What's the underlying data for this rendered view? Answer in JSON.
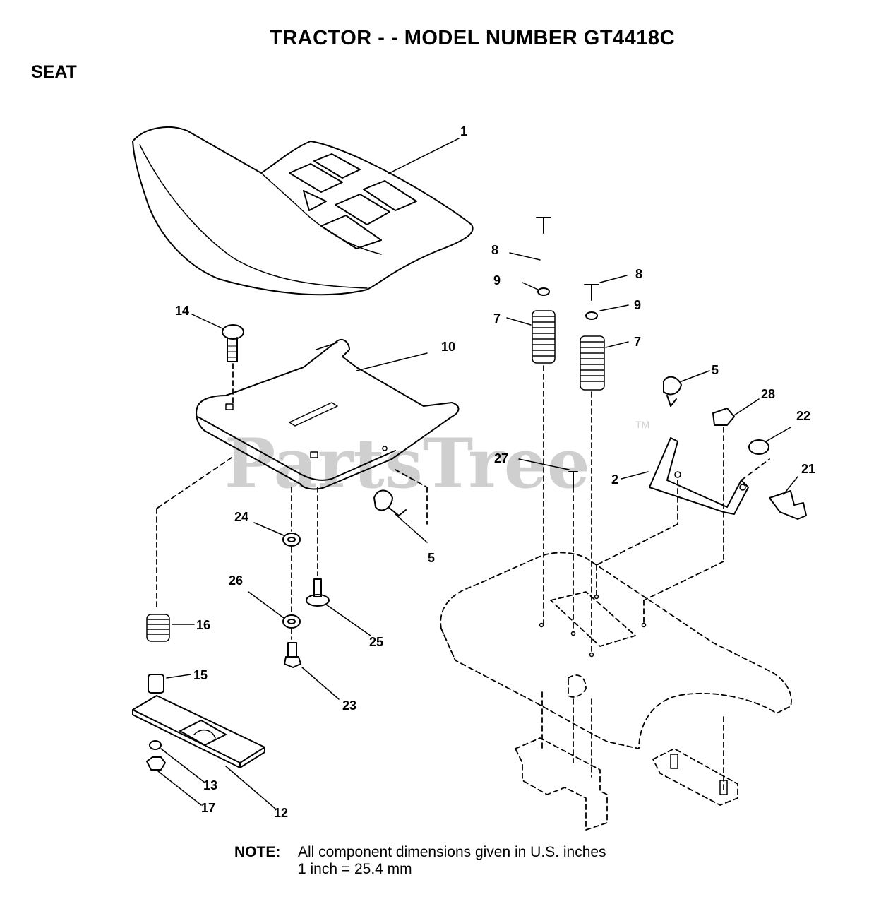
{
  "header": {
    "title": "TRACTOR - - MODEL NUMBER GT4418C",
    "section": "SEAT"
  },
  "watermark": {
    "text": "PartsTree",
    "tm": "TM"
  },
  "note": {
    "label": "NOTE:",
    "line1": "All component  dimensions given in U.S. inches",
    "line2": "1 inch = 25.4 mm"
  },
  "callouts": [
    {
      "id": "c1",
      "text": "1"
    },
    {
      "id": "c8a",
      "text": "8"
    },
    {
      "id": "c8b",
      "text": "8"
    },
    {
      "id": "c9a",
      "text": "9"
    },
    {
      "id": "c9b",
      "text": "9"
    },
    {
      "id": "c7a",
      "text": "7"
    },
    {
      "id": "c7b",
      "text": "7"
    },
    {
      "id": "c14",
      "text": "14"
    },
    {
      "id": "c10",
      "text": "10"
    },
    {
      "id": "c5a",
      "text": "5"
    },
    {
      "id": "c5b",
      "text": "5"
    },
    {
      "id": "c28",
      "text": "28"
    },
    {
      "id": "c22",
      "text": "22"
    },
    {
      "id": "c21",
      "text": "21"
    },
    {
      "id": "c2",
      "text": "2"
    },
    {
      "id": "c27",
      "text": "27"
    },
    {
      "id": "c24",
      "text": "24"
    },
    {
      "id": "c26",
      "text": "26"
    },
    {
      "id": "c25",
      "text": "25"
    },
    {
      "id": "c16",
      "text": "16"
    },
    {
      "id": "c15",
      "text": "15"
    },
    {
      "id": "c23",
      "text": "23"
    },
    {
      "id": "c13",
      "text": "13"
    },
    {
      "id": "c17",
      "text": "17"
    },
    {
      "id": "c12",
      "text": "12"
    }
  ]
}
